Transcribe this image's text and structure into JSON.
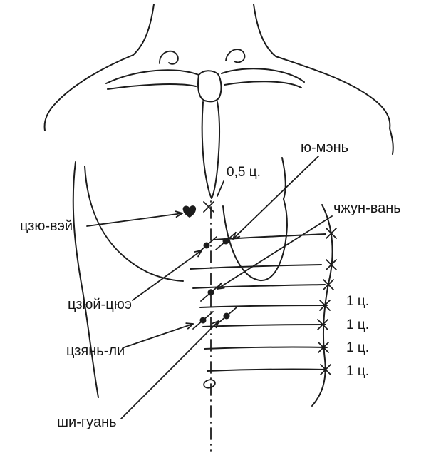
{
  "labels": {
    "yu_men": "ю-мэнь",
    "chzhun_van": "чжун-вань",
    "tszyu_vei": "цзю-вэй",
    "tszyui_tsyue": "цзюй-цюэ",
    "tszyan_li": "цзянь-ли",
    "shi_guan": "ши-гуань"
  },
  "measurements": {
    "half_cun": "0,5 ц.",
    "one_cun_a": "1 ц.",
    "one_cun_b": "1 ц.",
    "one_cun_c": "1 ц.",
    "one_cun_d": "1 ц."
  },
  "colors": {
    "ink": "#1c1c1c",
    "background": "#ffffff"
  }
}
